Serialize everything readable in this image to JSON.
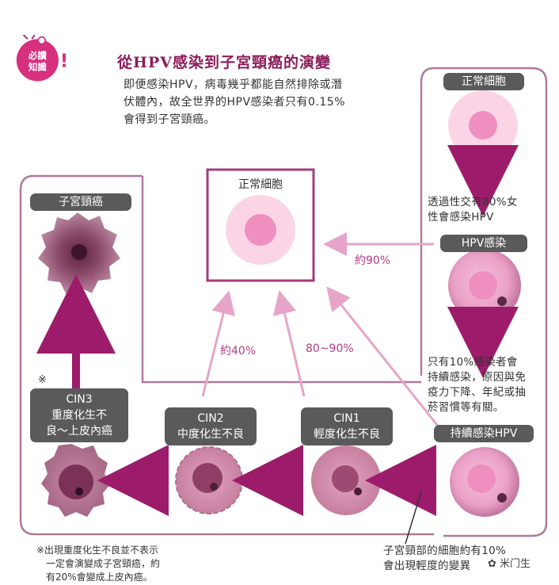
{
  "badge": {
    "line1": "必讀",
    "line2": "知識",
    "mark": "!"
  },
  "title": "從HPV感染到子宮頸癌的演變",
  "intro": {
    "line1": "即便感染HPV，病毒幾乎都能自然排除或潛",
    "line2": "伏體內，故全世界的HPV感染者只有0.15%",
    "line3": "會得到子宮頸癌。"
  },
  "center_normal": {
    "label": "正常細胞"
  },
  "right_column": {
    "normal_label": "正常細胞",
    "transmission_text": {
      "line1": "透過性交有80%女",
      "line2": "性會感染HPV"
    },
    "infection_label": "HPV感染",
    "persistence_text": {
      "line1": "只有10%感染者會",
      "line2": "持續感染，原因與免",
      "line3": "疫力下降、年紀或抽",
      "line4": "菸習慣等有關。"
    },
    "persistent_label": "持續感染HPV"
  },
  "cin1": {
    "line1": "CIN1",
    "line2": "輕度化生不良"
  },
  "cin2": {
    "line1": "CIN2",
    "line2": "中度化生不良"
  },
  "cin3": {
    "star": "※",
    "line1": "CIN3",
    "line2": "重度化生不",
    "line3": "良～上皮內癌"
  },
  "cancer_label": "子宮頸癌",
  "percentages": {
    "p90": "約90%",
    "p40": "約40%",
    "p8090": "80~90%"
  },
  "footnote": {
    "line1": "※出現重度化生不良並不表示",
    "line2": "一定會演變成子宮頸癌，約",
    "line3": "有20%會變成上皮內癌。"
  },
  "bottom_note": {
    "line1": "子宮頸部的細胞約有10%",
    "line2": "會出現輕度的變異"
  },
  "watermark": "米门生",
  "colors": {
    "frame": "#b07a9c",
    "arrow_dark": "#9c1c6b",
    "arrow_light": "#e6a5c8",
    "pill": "#5a5a5a",
    "badge": "#d6307e"
  }
}
